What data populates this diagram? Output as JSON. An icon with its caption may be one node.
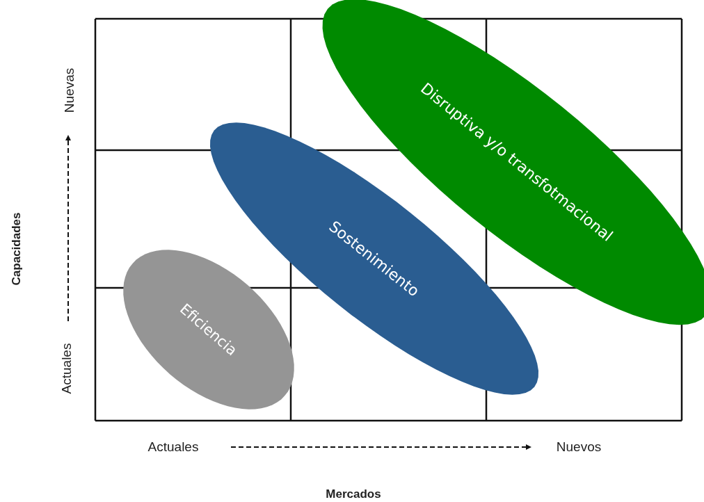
{
  "diagram": {
    "nodes": [
      {
        "text": [
          "Eficiencia"
        ]
      },
      {
        "text": [
          "Sostenimiento"
        ]
      },
      {
        "text": [
          "Disruptiva y/o transfotmacional"
        ]
      }
    ],
    "labels": [
      "Nuevas",
      "Capacidades",
      "Actuales",
      "Actuales",
      "Nuevos",
      "Mercados"
    ]
  }
}
